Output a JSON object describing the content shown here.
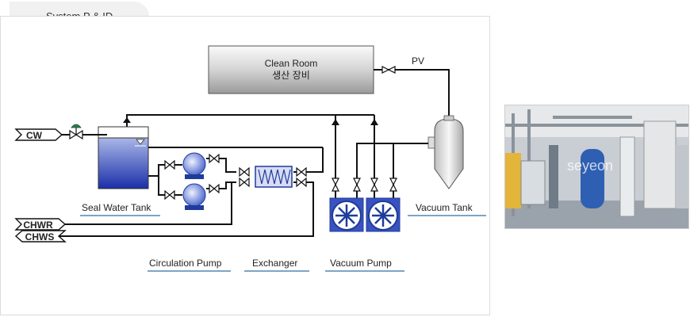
{
  "header": {
    "title": "System P & ID"
  },
  "diagram": {
    "clean_room": {
      "line1": "Clean Room",
      "line2": "생산 장비"
    },
    "pv": "PV",
    "streams": {
      "cw": "CW",
      "chwr": "CHWR",
      "chws": "CHWS"
    },
    "components": {
      "seal_water_tank": "Seal Water Tank",
      "vacuum_tank": "Vacuum Tank",
      "circulation_pump": "Circulation Pump",
      "exchanger": "Exchanger",
      "vacuum_pump": "Vacuum Pump"
    }
  },
  "photo": {
    "watermark": "seyeon"
  },
  "colors": {
    "line": "#111111",
    "accent_blue": "#1e3c9a",
    "valve_green": "#2e7d4f",
    "label_underline": "#2f6fa3"
  }
}
